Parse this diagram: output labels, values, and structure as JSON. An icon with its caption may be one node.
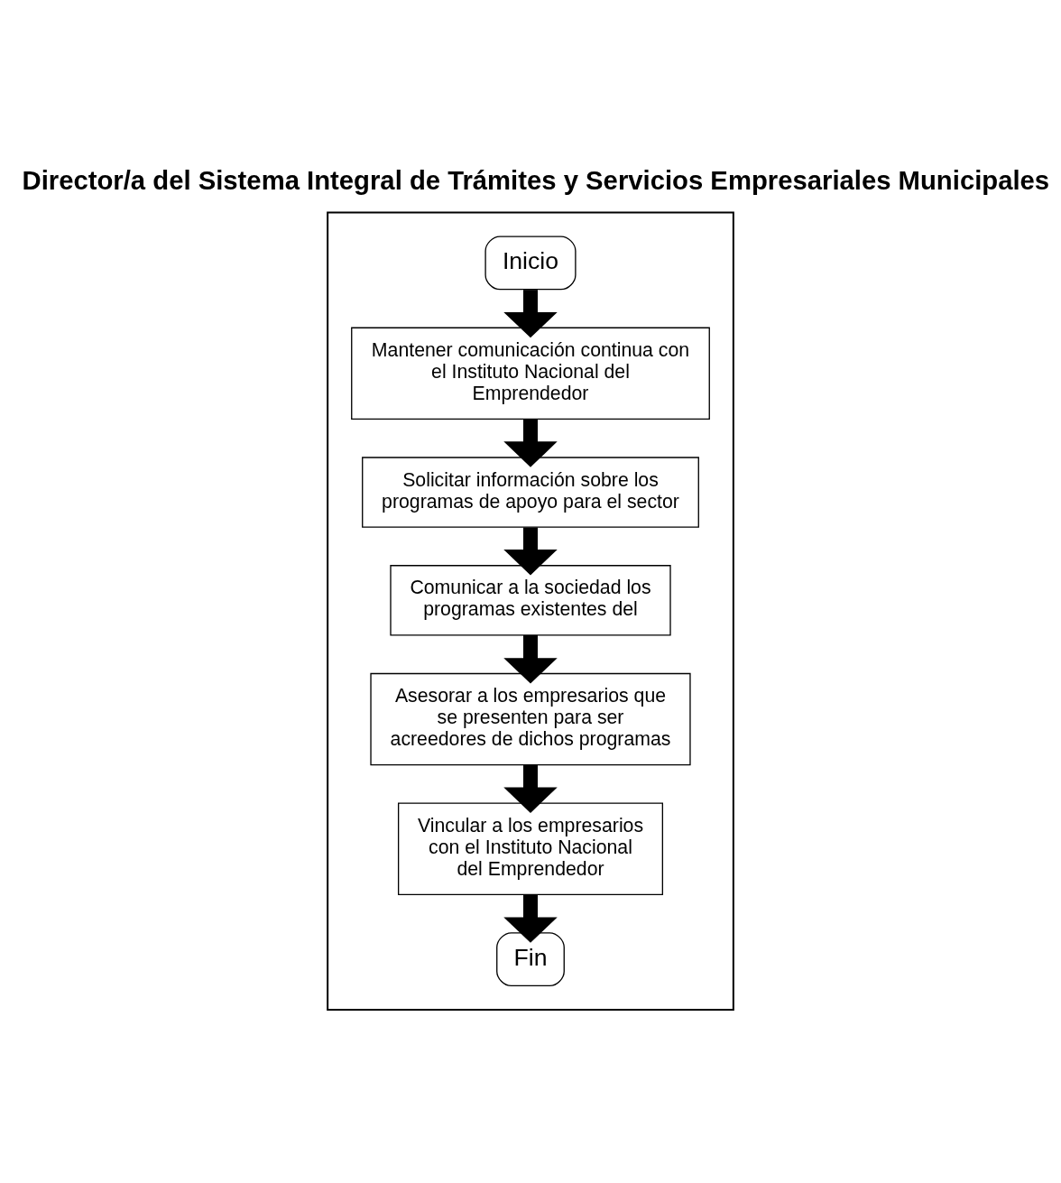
{
  "diagram": {
    "title": "Director/a del Sistema Integral de Trámites y Servicios Empresariales Municipales",
    "nodes": [
      {
        "text": [],
        "shape": "box"
      },
      {
        "text": [
          "Inicio"
        ],
        "in": 0
      },
      {
        "text": [
          "Mantener comunicación continua con el Instituto Nacional del Emprendedor"
        ],
        "in": 0
      },
      {
        "text": [
          "Solicitar información sobre los programas de apoyo para el sector"
        ],
        "in": 0
      },
      {
        "text": [
          "Comunicar a la sociedad los programas existentes del"
        ],
        "in": 0
      },
      {
        "text": [
          "Asesorar a los empresarios que se presenten para ser acreedores de dichos programas"
        ],
        "in": 0
      },
      {
        "text": [
          "Vincular a los empresarios con el Instituto Nacional del Emprendedor"
        ],
        "in": 0
      },
      {
        "text": [
          "Fin"
        ],
        "in": 0
      }
    ],
    "edges": [
      {
        "from": 1,
        "to": 2,
        "arrow": "to"
      },
      {
        "from": 2,
        "to": 3,
        "arrow": "to"
      },
      {
        "from": 3,
        "to": 4,
        "arrow": "to"
      },
      {
        "from": 4,
        "to": 5,
        "arrow": "to"
      },
      {
        "from": 5,
        "to": 6,
        "arrow": "to"
      },
      {
        "from": 6,
        "to": 7,
        "arrow": "to"
      }
    ]
  }
}
